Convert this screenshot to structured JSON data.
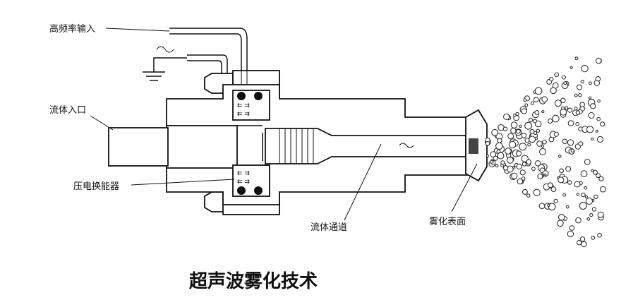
{
  "labels": {
    "high_freq_input": "高频率输入",
    "fluid_inlet": "流体入口",
    "piezo_transducer": "压电换能器",
    "fluid_channel": "流体通道",
    "atomizing_surface": "雾化表面"
  },
  "title": "超声波雾化技术",
  "colors": {
    "line": "#111111",
    "background": "#ffffff"
  }
}
